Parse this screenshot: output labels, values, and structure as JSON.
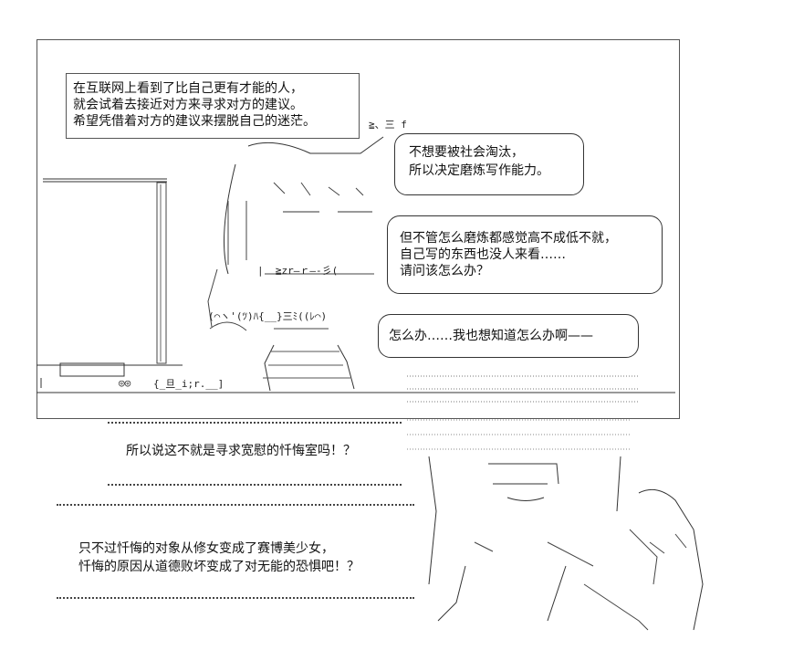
{
  "narration_box": {
    "lines": [
      "在互联网上看到了比自己更有才能的人，",
      "就会试着去接近对方来寻求对方的建议。",
      "希望凭借着对方的建议来摆脱自己的迷茫。"
    ]
  },
  "speech": {
    "bubble_1": [
      "不想要被社会淘汰，",
      "所以决定磨炼写作能力。"
    ],
    "bubble_2": [
      "但不管怎么磨炼都感觉高不成低不就，",
      "自己写的东西也没人来看……",
      "请问该怎么办？"
    ],
    "bubble_3": [
      "怎么办……我也想知道怎么办啊——"
    ]
  },
  "lower_captions": {
    "caption_1": [
      "所以说这不就是寻求宽慰的忏悔室吗！？"
    ],
    "caption_2": [
      "只不过忏悔的对象从修女变成了赛博美少女，",
      "忏悔的原因从道德败坏变成了对无能的恐惧吧！？"
    ]
  },
  "art_fragments": {
    "window_sign": "{_旦_i;r.__]",
    "glasses": "◎◎",
    "face_row": "|  ≧zr―ｒ―-彡(",
    "mouth_row": "(⌒ヽ'(ﾂ)ﾊ{__}三ﾐ((ﾚ⌒)",
    "symbol_marks": "≧、三 f"
  }
}
